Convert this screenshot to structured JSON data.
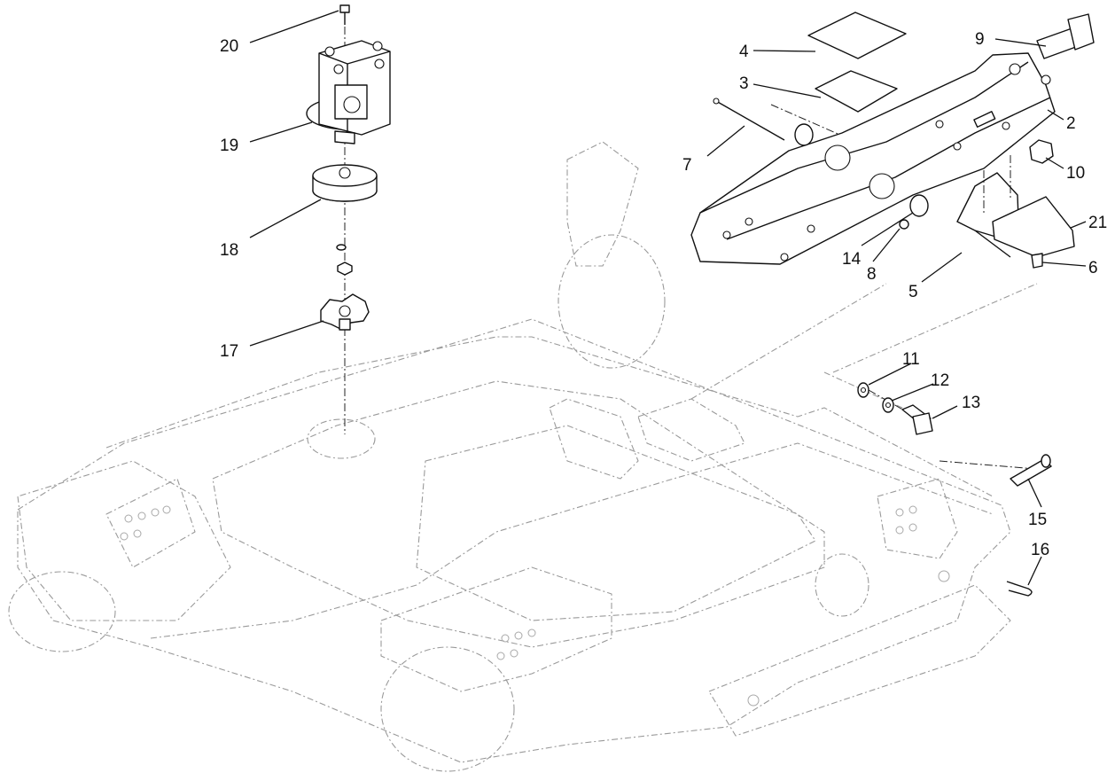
{
  "diagram": {
    "callouts": [
      {
        "id": "c20",
        "label": "20"
      },
      {
        "id": "c19",
        "label": "19"
      },
      {
        "id": "c18",
        "label": "18"
      },
      {
        "id": "c17",
        "label": "17"
      },
      {
        "id": "c4",
        "label": "4"
      },
      {
        "id": "c3",
        "label": "3"
      },
      {
        "id": "c7",
        "label": "7"
      },
      {
        "id": "c9",
        "label": "9"
      },
      {
        "id": "c2",
        "label": "2"
      },
      {
        "id": "c10",
        "label": "10"
      },
      {
        "id": "c21",
        "label": "21"
      },
      {
        "id": "c6",
        "label": "6"
      },
      {
        "id": "c14",
        "label": "14"
      },
      {
        "id": "c8",
        "label": "8"
      },
      {
        "id": "c5",
        "label": "5"
      },
      {
        "id": "c11",
        "label": "11"
      },
      {
        "id": "c12",
        "label": "12"
      },
      {
        "id": "c13",
        "label": "13"
      },
      {
        "id": "c15",
        "label": "15"
      },
      {
        "id": "c16",
        "label": "16"
      }
    ]
  }
}
